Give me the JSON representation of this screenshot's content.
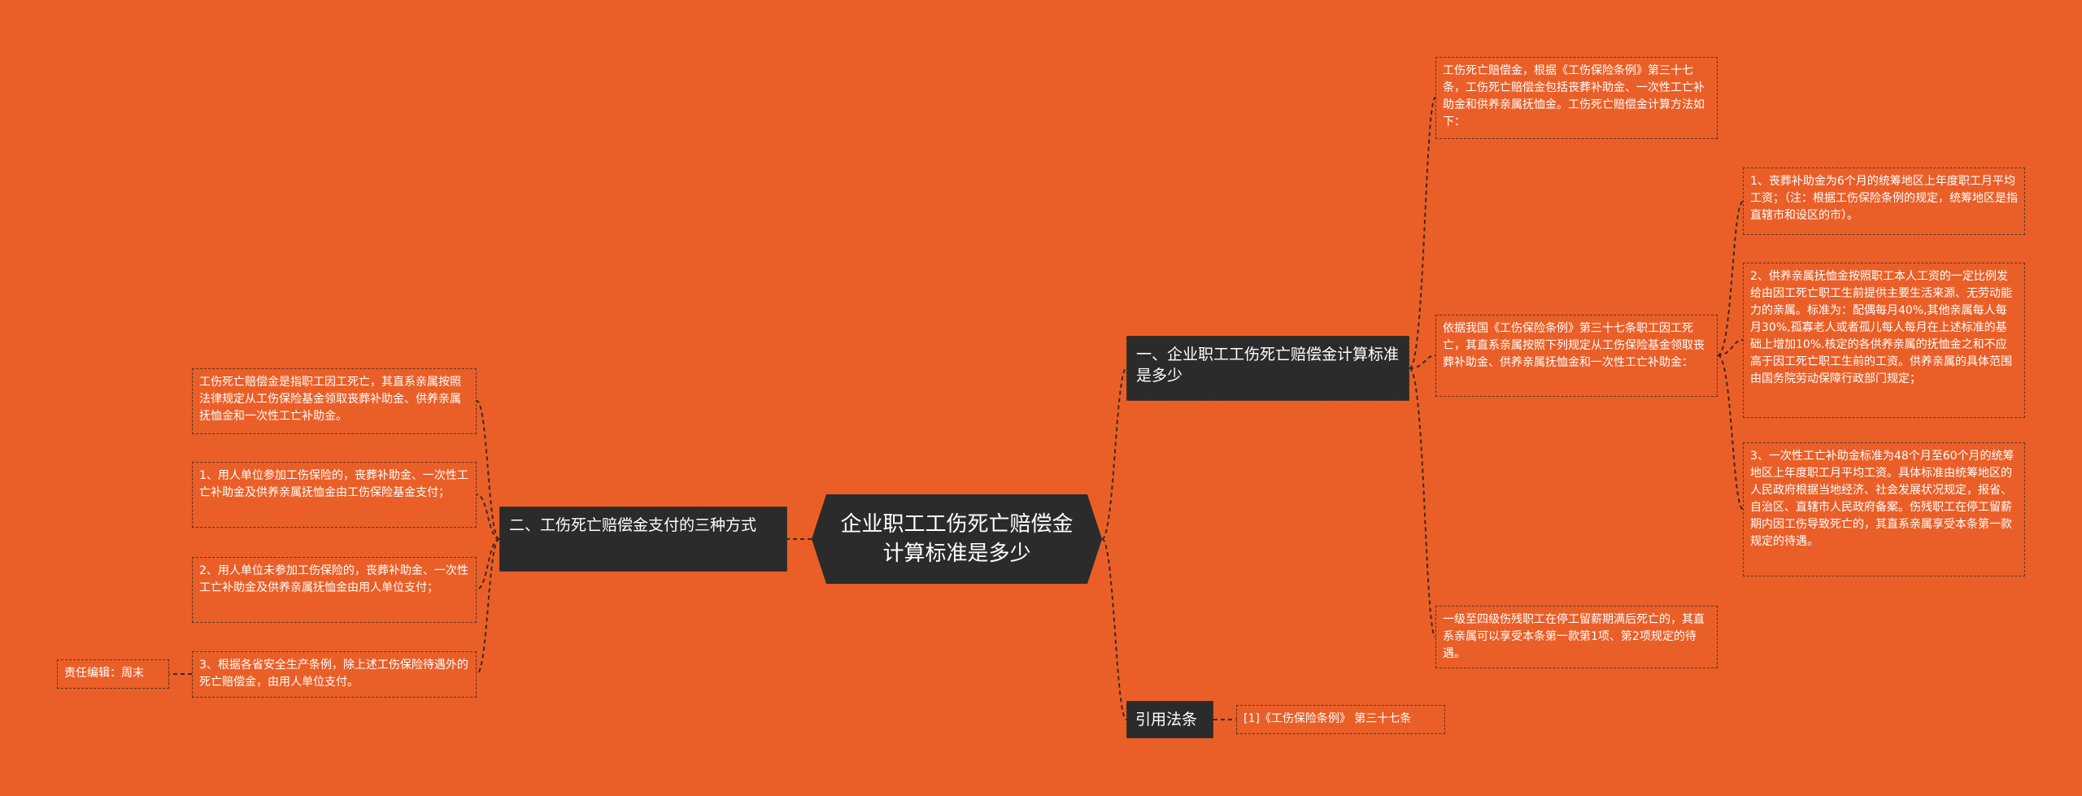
{
  "root": {
    "title": "企业职工工伤死亡赔偿金计算标准是多少"
  },
  "branch1": {
    "title": "一、企业职工工伤死亡赔偿金计算标准是多少",
    "intro": "工伤死亡赔偿金，根据《工伤保险条例》第三十七条，工伤死亡赔偿金包括丧葬补助金、一次性工亡补助金和供养亲属抚恤金。工伤死亡赔偿金计算方法如下：",
    "basis": "依据我国《工伤保险条例》第三十七条职工因工死亡，其直系亲属按照下列规定从工伤保险基金领取丧葬补助金、供养亲属抚恤金和一次性工亡补助金：",
    "item1": "1、丧葬补助金为6个月的统筹地区上年度职工月平均工资；（注：根据工伤保险条例的规定，统筹地区是指直辖市和设区的市）。",
    "item2": "2、供养亲属抚恤金按照职工本人工资的一定比例发给由因工死亡职工生前提供主要生活来源、无劳动能力的亲属。标准为：配偶每月40%,其他亲属每人每月30%,孤寡老人或者孤儿每人每月在上述标准的基础上增加10%.核定的各供养亲属的抚恤金之和不应高于因工死亡职工生前的工资。供养亲属的具体范围由国务院劳动保障行政部门规定；",
    "item3": "3、一次性工亡补助金标准为48个月至60个月的统筹地区上年度职工月平均工资。具体标准由统筹地区的人民政府根据当地经济、社会发展状况规定，报省、自治区、直辖市人民政府备案。伤残职工在停工留薪期内因工伤导致死亡的，其直系亲属享受本条第一款规定的待遇。",
    "extra": "一级至四级伤残职工在停工留薪期满后死亡的，其直系亲属可以享受本条第一款第1项、第2项规定的待遇。"
  },
  "citation": {
    "title": "引用法条",
    "ref": "[1]《工伤保险条例》 第三十七条"
  },
  "branch2": {
    "title": "二、工伤死亡赔偿金支付的三种方式",
    "intro": "工伤死亡赔偿金是指职工因工死亡，其直系亲属按照法律规定从工伤保险基金领取丧葬补助金、供养亲属抚恤金和一次性工亡补助金。",
    "item1": "1、用人单位参加工伤保险的，丧葬补助金、一次性工亡补助金及供养亲属抚恤金由工伤保险基金支付；",
    "item2": "2、用人单位未参加工伤保险的，丧葬补助金、一次性工亡补助金及供养亲属抚恤金由用人单位支付；",
    "item3": "3、根据各省安全生产条例，除上述工伤保险待遇外的死亡赔偿金，由用人单位支付。"
  },
  "editor": {
    "label": "责任编辑：周末"
  }
}
